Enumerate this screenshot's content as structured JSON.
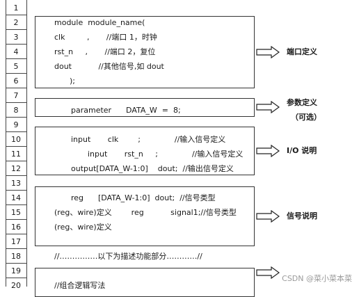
{
  "line_numbers": [
    "1",
    "2",
    "3",
    "4",
    "5",
    "6",
    "7",
    "8",
    "9",
    "10",
    "11",
    "12",
    "13",
    "14",
    "15",
    "16",
    "17",
    "18",
    "19",
    "20"
  ],
  "code": {
    "l2": "module  module_name(",
    "l3": "clk         ,       //端口 1，时钟",
    "l4": "rst_n     ,       //端口 2，复位",
    "l5": "dout           //其他信号,如 dout",
    "l6": ");",
    "l8": "parameter      DATA_W  =  8;",
    "l10": "input       clk        ;              //输入信号定义",
    "l11": "input       rst_n     ;              //输入信号定义",
    "l12": "output[DATA_W-1:0]    dout;  //输出信号定义",
    "l14": "reg      [DATA_W-1:0]  dout;  //信号类型",
    "l15": "(reg、wire)定义        reg           signal1;//信号类型",
    "l16": "(reg、wire)定义",
    "l18": "//……………以下为描述功能部分…………//",
    "l20": "//组合逻辑写法"
  },
  "labels": {
    "port_def": "端口定义",
    "param_def": "参数定义",
    "param_optional": "（可选）",
    "io_desc": "I/O 说明",
    "signal_desc": "信号说明"
  },
  "watermark": "CSDN @菜小菜本菜"
}
